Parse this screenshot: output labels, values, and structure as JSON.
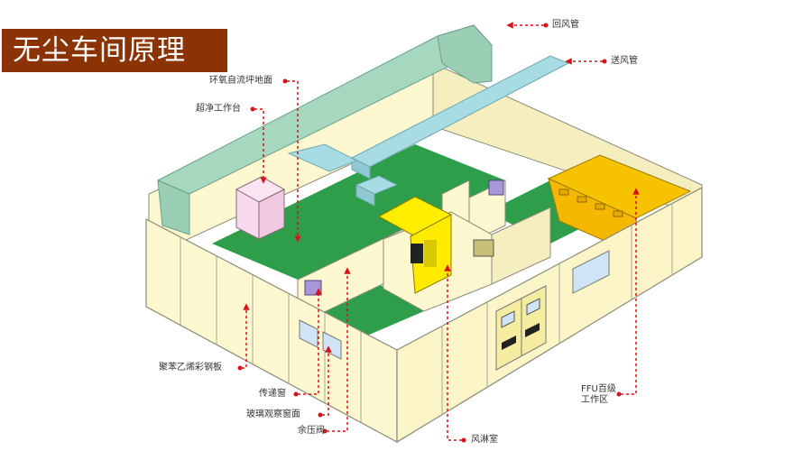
{
  "title": "无尘车间原理",
  "colors": {
    "title_bg": "#8b3305",
    "wall": "#fdf8d0",
    "wall_edge": "#8a8a7a",
    "floor": "#2e9e4a",
    "return_duct": "#a6d8c0",
    "supply_duct": "#a8dce4",
    "ffu_zone": "#f7c300",
    "air_shower": "#ffee00",
    "workbench": "#f8d8ec",
    "pointer": "#d6131b"
  },
  "labels": {
    "return_air_duct": "回风管",
    "supply_air_duct": "送风管",
    "epoxy_floor": "环氧自流坪地面",
    "clean_bench": "超净工作台",
    "eps_steel_panel": "聚苯乙烯彩钢板",
    "pass_box": "传递窗",
    "glass_window": "玻璃观察窗面",
    "pressure_relief_valve": "余压阀",
    "air_shower": "风淋室",
    "ffu_line1": "FFU百级",
    "ffu_line2": "工作区"
  }
}
